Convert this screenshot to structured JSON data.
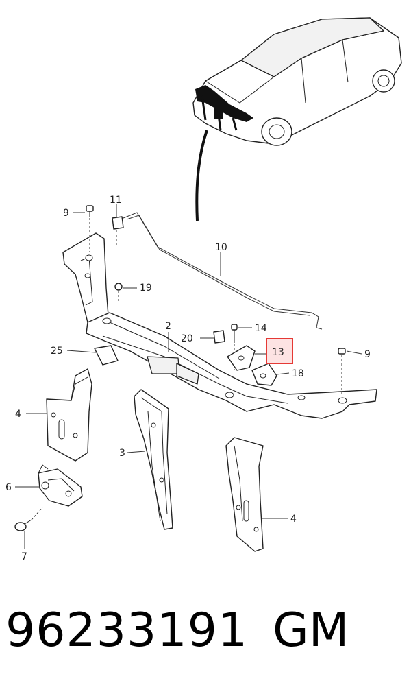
{
  "diagram": {
    "callouts": {
      "c2": "2",
      "c3": "3",
      "c4a": "4",
      "c4b": "4",
      "c6": "6",
      "c7": "7",
      "c9a": "9",
      "c9b": "9",
      "c10": "10",
      "c11": "11",
      "c13": "13",
      "c14": "14",
      "c18": "18",
      "c19": "19",
      "c20": "20",
      "c25": "25"
    },
    "highlight_color": "#e53935",
    "highlight_fill": "#fde3e3"
  },
  "footer": {
    "part_number": "96233191",
    "brand": "GM"
  }
}
